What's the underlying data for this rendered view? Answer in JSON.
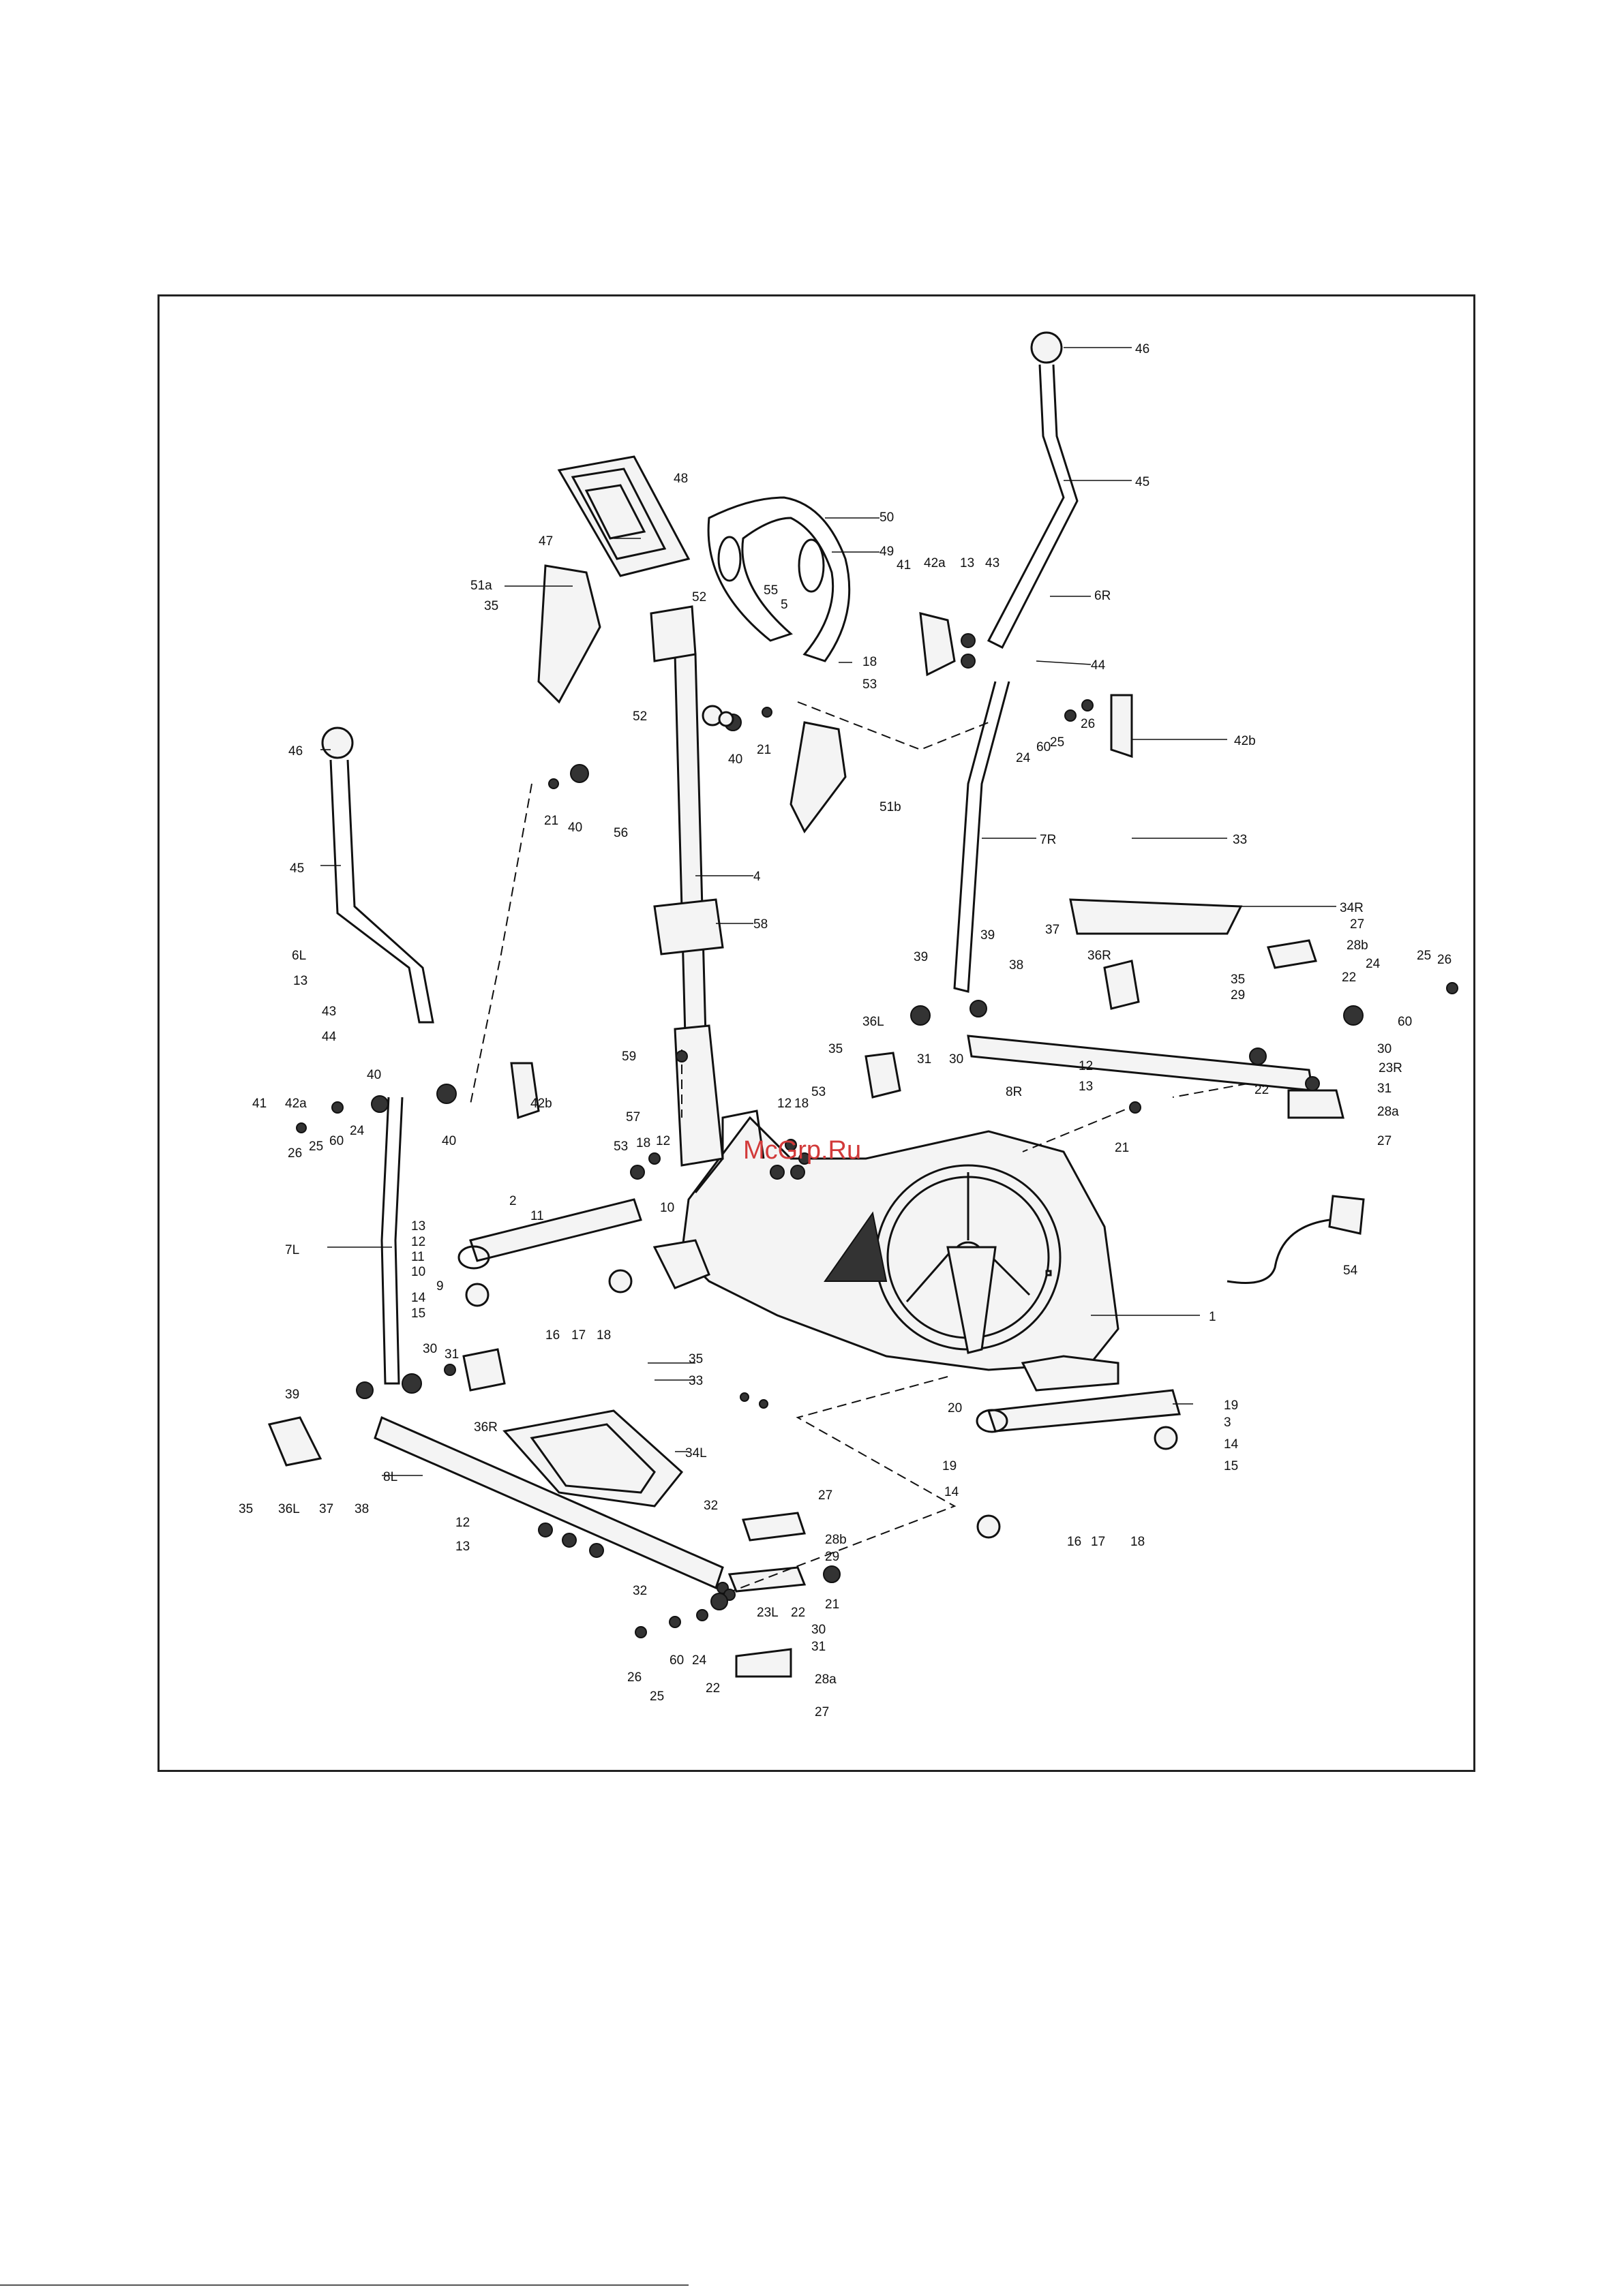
{
  "watermark": "McGrp.Ru",
  "labels": [
    {
      "id": "46-right",
      "text": "46"
    },
    {
      "id": "45-right",
      "text": "45"
    },
    {
      "id": "6R",
      "text": "6R"
    },
    {
      "id": "44-right",
      "text": "44"
    },
    {
      "id": "43-right",
      "text": "43"
    },
    {
      "id": "13-right",
      "text": "13"
    },
    {
      "id": "42a-right",
      "text": "42a"
    },
    {
      "id": "41-right",
      "text": "41"
    },
    {
      "id": "42b-right",
      "text": "42b"
    },
    {
      "id": "26-r1",
      "text": "26"
    },
    {
      "id": "25-r1",
      "text": "25"
    },
    {
      "id": "60-r1",
      "text": "60"
    },
    {
      "id": "24-r1",
      "text": "24"
    },
    {
      "id": "7R",
      "text": "7R"
    },
    {
      "id": "33-right",
      "text": "33"
    },
    {
      "id": "34R",
      "text": "34R"
    },
    {
      "id": "27-r1",
      "text": "27"
    },
    {
      "id": "28b-right",
      "text": "28b"
    },
    {
      "id": "25-r2",
      "text": "25"
    },
    {
      "id": "26-r2",
      "text": "26"
    },
    {
      "id": "24-r2",
      "text": "24"
    },
    {
      "id": "22-r1",
      "text": "22"
    },
    {
      "id": "60-r2",
      "text": "60"
    },
    {
      "id": "23R",
      "text": "23R"
    },
    {
      "id": "30-r",
      "text": "30"
    },
    {
      "id": "22-r2",
      "text": "22"
    },
    {
      "id": "31-r",
      "text": "31"
    },
    {
      "id": "28a-right",
      "text": "28a"
    },
    {
      "id": "27-r2",
      "text": "27"
    },
    {
      "id": "36R-top",
      "text": "36R"
    },
    {
      "id": "35-r",
      "text": "35"
    },
    {
      "id": "29-r",
      "text": "29"
    },
    {
      "id": "37-r",
      "text": "37"
    },
    {
      "id": "38-r",
      "text": "38"
    },
    {
      "id": "39-r1",
      "text": "39"
    },
    {
      "id": "39-r2",
      "text": "39"
    },
    {
      "id": "8R",
      "text": "8R"
    },
    {
      "id": "12-r",
      "text": "12"
    },
    {
      "id": "13-r2",
      "text": "13"
    },
    {
      "id": "31-r2",
      "text": "31"
    },
    {
      "id": "30-r2",
      "text": "30"
    },
    {
      "id": "21-r",
      "text": "21"
    },
    {
      "id": "36L-top",
      "text": "36L"
    },
    {
      "id": "35-mid",
      "text": "35"
    },
    {
      "id": "48",
      "text": "48"
    },
    {
      "id": "50",
      "text": "50"
    },
    {
      "id": "49",
      "text": "49"
    },
    {
      "id": "47",
      "text": "47"
    },
    {
      "id": "55",
      "text": "55"
    },
    {
      "id": "5",
      "text": "5"
    },
    {
      "id": "18-top",
      "text": "18"
    },
    {
      "id": "53-top",
      "text": "53"
    },
    {
      "id": "52-a",
      "text": "52"
    },
    {
      "id": "52-b",
      "text": "52"
    },
    {
      "id": "51a",
      "text": "51a"
    },
    {
      "id": "35-top",
      "text": "35"
    },
    {
      "id": "51b",
      "text": "51b"
    },
    {
      "id": "40-a",
      "text": "40"
    },
    {
      "id": "21-a",
      "text": "21"
    },
    {
      "id": "40-b",
      "text": "40"
    },
    {
      "id": "21-b",
      "text": "21"
    },
    {
      "id": "56",
      "text": "56"
    },
    {
      "id": "4",
      "text": "4"
    },
    {
      "id": "58",
      "text": "58"
    },
    {
      "id": "59",
      "text": "59"
    },
    {
      "id": "57",
      "text": "57"
    },
    {
      "id": "46-left",
      "text": "46"
    },
    {
      "id": "45-left",
      "text": "45"
    },
    {
      "id": "6L",
      "text": "6L"
    },
    {
      "id": "13-left",
      "text": "13"
    },
    {
      "id": "43-left",
      "text": "43"
    },
    {
      "id": "44-left",
      "text": "44"
    },
    {
      "id": "41-left",
      "text": "41"
    },
    {
      "id": "42a-left",
      "text": "42a"
    },
    {
      "id": "40-l1",
      "text": "40"
    },
    {
      "id": "40-l2",
      "text": "40"
    },
    {
      "id": "42b-left",
      "text": "42b"
    },
    {
      "id": "26-l",
      "text": "26"
    },
    {
      "id": "25-l",
      "text": "25"
    },
    {
      "id": "60-l",
      "text": "60"
    },
    {
      "id": "24-l",
      "text": "24"
    },
    {
      "id": "12-mid",
      "text": "12"
    },
    {
      "id": "18-mid",
      "text": "18"
    },
    {
      "id": "53-mid",
      "text": "53"
    },
    {
      "id": "53-mid2",
      "text": "53"
    },
    {
      "id": "18-mid2",
      "text": "18"
    },
    {
      "id": "12-mid2",
      "text": "12"
    },
    {
      "id": "2",
      "text": "2"
    },
    {
      "id": "11-a",
      "text": "11"
    },
    {
      "id": "10-a",
      "text": "10"
    },
    {
      "id": "13-front",
      "text": "13"
    },
    {
      "id": "12-front",
      "text": "12"
    },
    {
      "id": "11-b",
      "text": "11"
    },
    {
      "id": "10-b",
      "text": "10"
    },
    {
      "id": "9",
      "text": "9"
    },
    {
      "id": "7L",
      "text": "7L"
    },
    {
      "id": "14-front",
      "text": "14"
    },
    {
      "id": "15-front",
      "text": "15"
    },
    {
      "id": "16-front",
      "text": "16"
    },
    {
      "id": "17-front",
      "text": "17"
    },
    {
      "id": "18-front",
      "text": "18"
    },
    {
      "id": "1",
      "text": "1"
    },
    {
      "id": "54",
      "text": "54"
    },
    {
      "id": "20",
      "text": "20"
    },
    {
      "id": "19-a",
      "text": "19"
    },
    {
      "id": "3",
      "text": "3"
    },
    {
      "id": "14-rear",
      "text": "14"
    },
    {
      "id": "15-rear",
      "text": "15"
    },
    {
      "id": "19-b",
      "text": "19"
    },
    {
      "id": "14-rear2",
      "text": "14"
    },
    {
      "id": "16-rear",
      "text": "16"
    },
    {
      "id": "17-rear",
      "text": "17"
    },
    {
      "id": "18-rear",
      "text": "18"
    },
    {
      "id": "30-l",
      "text": "30"
    },
    {
      "id": "31-l",
      "text": "31"
    },
    {
      "id": "35-l",
      "text": "35"
    },
    {
      "id": "33-left",
      "text": "33"
    },
    {
      "id": "36R-bot",
      "text": "36R"
    },
    {
      "id": "39-l",
      "text": "39"
    },
    {
      "id": "34L",
      "text": "34L"
    },
    {
      "id": "8L",
      "text": "8L"
    },
    {
      "id": "35-l2",
      "text": "35"
    },
    {
      "id": "36L-bot",
      "text": "36L"
    },
    {
      "id": "37-l",
      "text": "37"
    },
    {
      "id": "38-l",
      "text": "38"
    },
    {
      "id": "27-l1",
      "text": "27"
    },
    {
      "id": "32-a",
      "text": "32"
    },
    {
      "id": "28b-left",
      "text": "28b"
    },
    {
      "id": "29-l",
      "text": "29"
    },
    {
      "id": "12-l",
      "text": "12"
    },
    {
      "id": "13-l",
      "text": "13"
    },
    {
      "id": "32-b",
      "text": "32"
    },
    {
      "id": "23L",
      "text": "23L"
    },
    {
      "id": "22-l1",
      "text": "22"
    },
    {
      "id": "21-l",
      "text": "21"
    },
    {
      "id": "30-l2",
      "text": "30"
    },
    {
      "id": "31-l2",
      "text": "31"
    },
    {
      "id": "26-l2",
      "text": "26"
    },
    {
      "id": "60-l2",
      "text": "60"
    },
    {
      "id": "24-l2",
      "text": "24"
    },
    {
      "id": "25-l2",
      "text": "25"
    },
    {
      "id": "22-l2",
      "text": "22"
    },
    {
      "id": "28a-left",
      "text": "28a"
    },
    {
      "id": "27-l2",
      "text": "27"
    }
  ]
}
